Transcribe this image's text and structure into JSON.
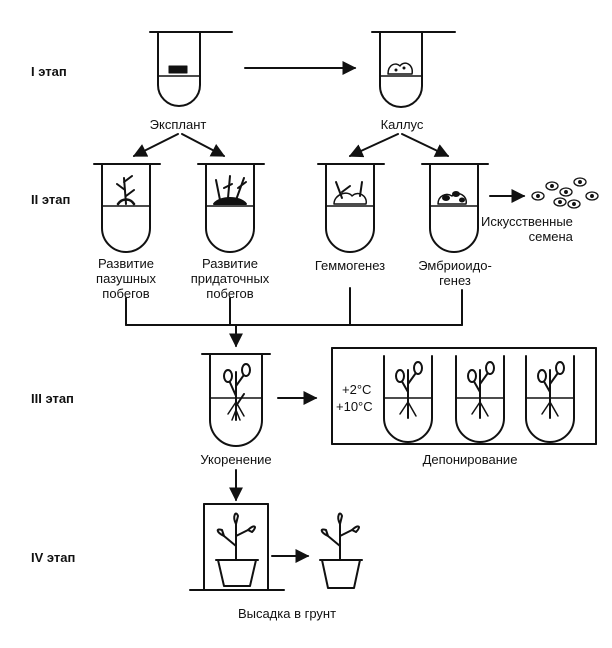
{
  "stages": {
    "stage1": "I этап",
    "stage2": "II этап",
    "stage3": "III этап",
    "stage4": "IV этап"
  },
  "labels": {
    "explant": "Эксплант",
    "callus": "Каллус",
    "axillary": [
      "Развитие",
      "пазушных",
      "побегов"
    ],
    "adventitious": [
      "Развитие",
      "придаточных",
      "побегов"
    ],
    "gemmogenesis": "Геммогенез",
    "embryoidogenesis": [
      "Эмбриоидо-",
      "генез"
    ],
    "artificial_seeds": [
      "Искусственные",
      "семена"
    ],
    "temp_low": "+2°C",
    "temp_high": "+10°C",
    "rooting": "Укоренение",
    "deposition": "Депонирование",
    "planting": "Высадка в грунт"
  },
  "colors": {
    "ink": "#111111",
    "background": "#ffffff"
  }
}
